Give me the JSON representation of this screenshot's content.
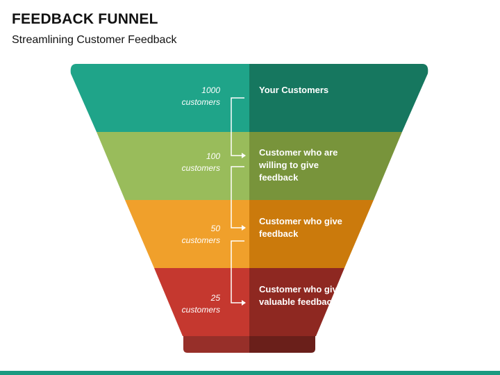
{
  "header": {
    "title": "FEEDBACK FUNNEL",
    "subtitle": "Streamlining Customer Feedback"
  },
  "funnel": {
    "stages": [
      {
        "count": "1000",
        "unit": "customers",
        "label": "Your Customers",
        "color_light": "#1fa489",
        "color_dark": "#16775f"
      },
      {
        "count": "100",
        "unit": "customers",
        "label": "Customer who are willing to give feedback",
        "color_light": "#99bc5b",
        "color_dark": "#78943b"
      },
      {
        "count": "50",
        "unit": "customers",
        "label": "Customer who give feedback",
        "color_light": "#f0a02b",
        "color_dark": "#cb7a0c"
      },
      {
        "count": "25",
        "unit": "customers",
        "label": "Customer who give valuable feedback",
        "color_light": "#c5382f",
        "color_dark": "#8e2821"
      }
    ],
    "base_colors": {
      "light": "#972f29",
      "dark": "#6a1f1a"
    }
  },
  "footer": {
    "bar_color": "#1a9a80"
  }
}
